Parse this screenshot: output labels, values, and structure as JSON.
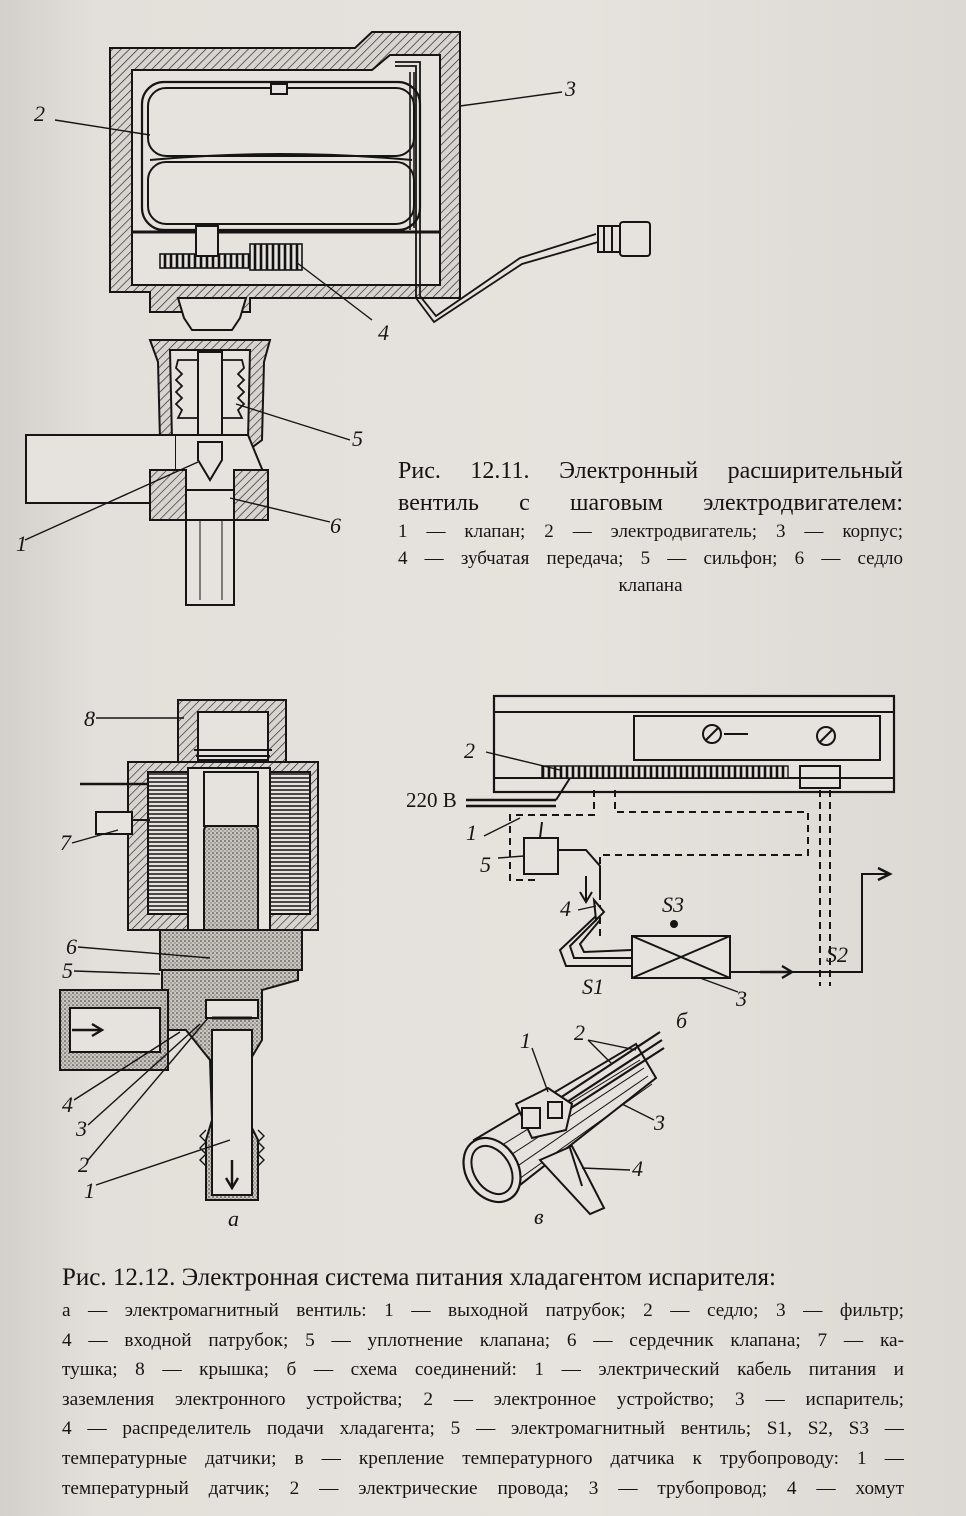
{
  "figure_12_11": {
    "labels": {
      "n1": "1",
      "n2": "2",
      "n3": "3",
      "n4": "4",
      "n5": "5",
      "n6": "6"
    },
    "caption_title": "Рис. 12.11. Электронный расширительный вентиль с шаговым электродвигателем:",
    "caption_lines": [
      "1 — клапан; 2 — электродвигатель; 3 — корпус;",
      "4 — зубчатая передача; 5 — сильфон; 6 — седло",
      "клапана"
    ]
  },
  "figure_12_12": {
    "panel_a": {
      "labels": {
        "n1": "1",
        "n2": "2",
        "n3": "3",
        "n4": "4",
        "n5": "5",
        "n6": "6",
        "n7": "7",
        "n8": "8"
      },
      "panel_letter": "а"
    },
    "panel_b": {
      "labels": {
        "n1": "1",
        "n2": "2",
        "n3": "3",
        "n4": "4",
        "n5": "5",
        "voltage": "220 В",
        "s1": "S1",
        "s2": "S2",
        "s3": "S3"
      },
      "panel_letter": "б"
    },
    "panel_v": {
      "labels": {
        "n1": "1",
        "n2": "2",
        "n3": "3",
        "n4": "4"
      },
      "panel_letter": "в"
    },
    "caption_title": "Рис. 12.12. Электронная система питания хладагентом испарителя:",
    "caption_lines": [
      "а — электромагнитный вентиль: 1 — выходной патрубок; 2 — седло; 3 — фильтр;",
      "4 — входной патрубок; 5 — уплотнение клапана; 6 — сердечник клапана; 7 — ка-",
      "тушка; 8 — крышка; б — схема соединений: 1 — электрический кабель питания и",
      "заземления электронного устройства; 2 — электронное устройство; 3 — испаритель;",
      "4 — распределитель подачи хладагента; 5 — электромагнитный вентиль; S1, S2, S3 —",
      "температурные датчики; в — крепление температурного датчика к трубопроводу: 1 —",
      "температурный датчик; 2 — электрические провода; 3 — трубопровод; 4 — хомут"
    ]
  },
  "colors": {
    "ink": "#151515",
    "paper": "#e4e0db"
  }
}
